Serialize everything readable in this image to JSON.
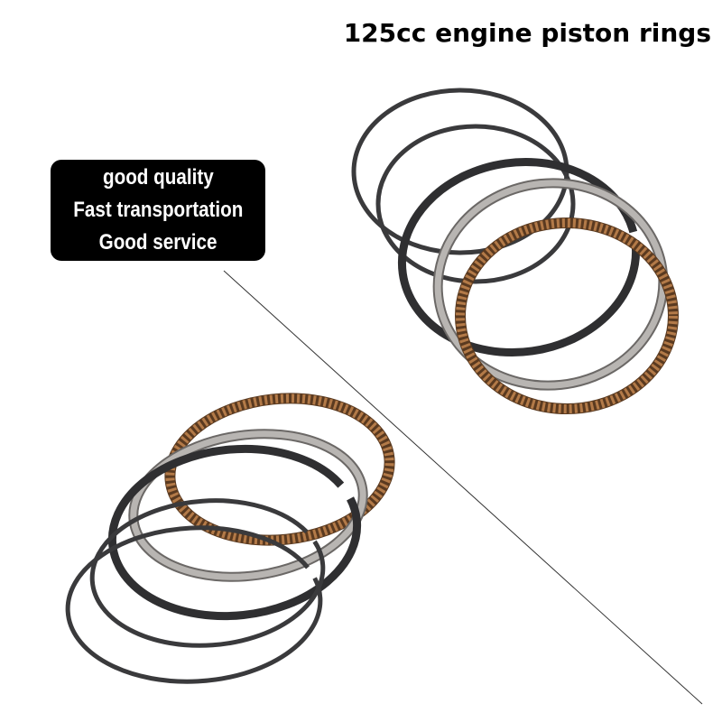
{
  "title": "125cc engine piston rings",
  "badge": {
    "lines": [
      "good quality",
      "Fast transportation",
      "Good service"
    ]
  },
  "colors": {
    "background": "#ffffff",
    "badge_bg": "#000000",
    "badge_text": "#ffffff",
    "ring_dark": "#2f2f31",
    "ring_silver": "#a7a4a2",
    "ring_silver_edge": "#6b6866",
    "ring_bronze": "#8a5a34",
    "divider": "#333333"
  },
  "icons": [
    "piston-ring-set-top-right",
    "piston-ring-set-bottom-left",
    "diagonal-divider-line"
  ]
}
